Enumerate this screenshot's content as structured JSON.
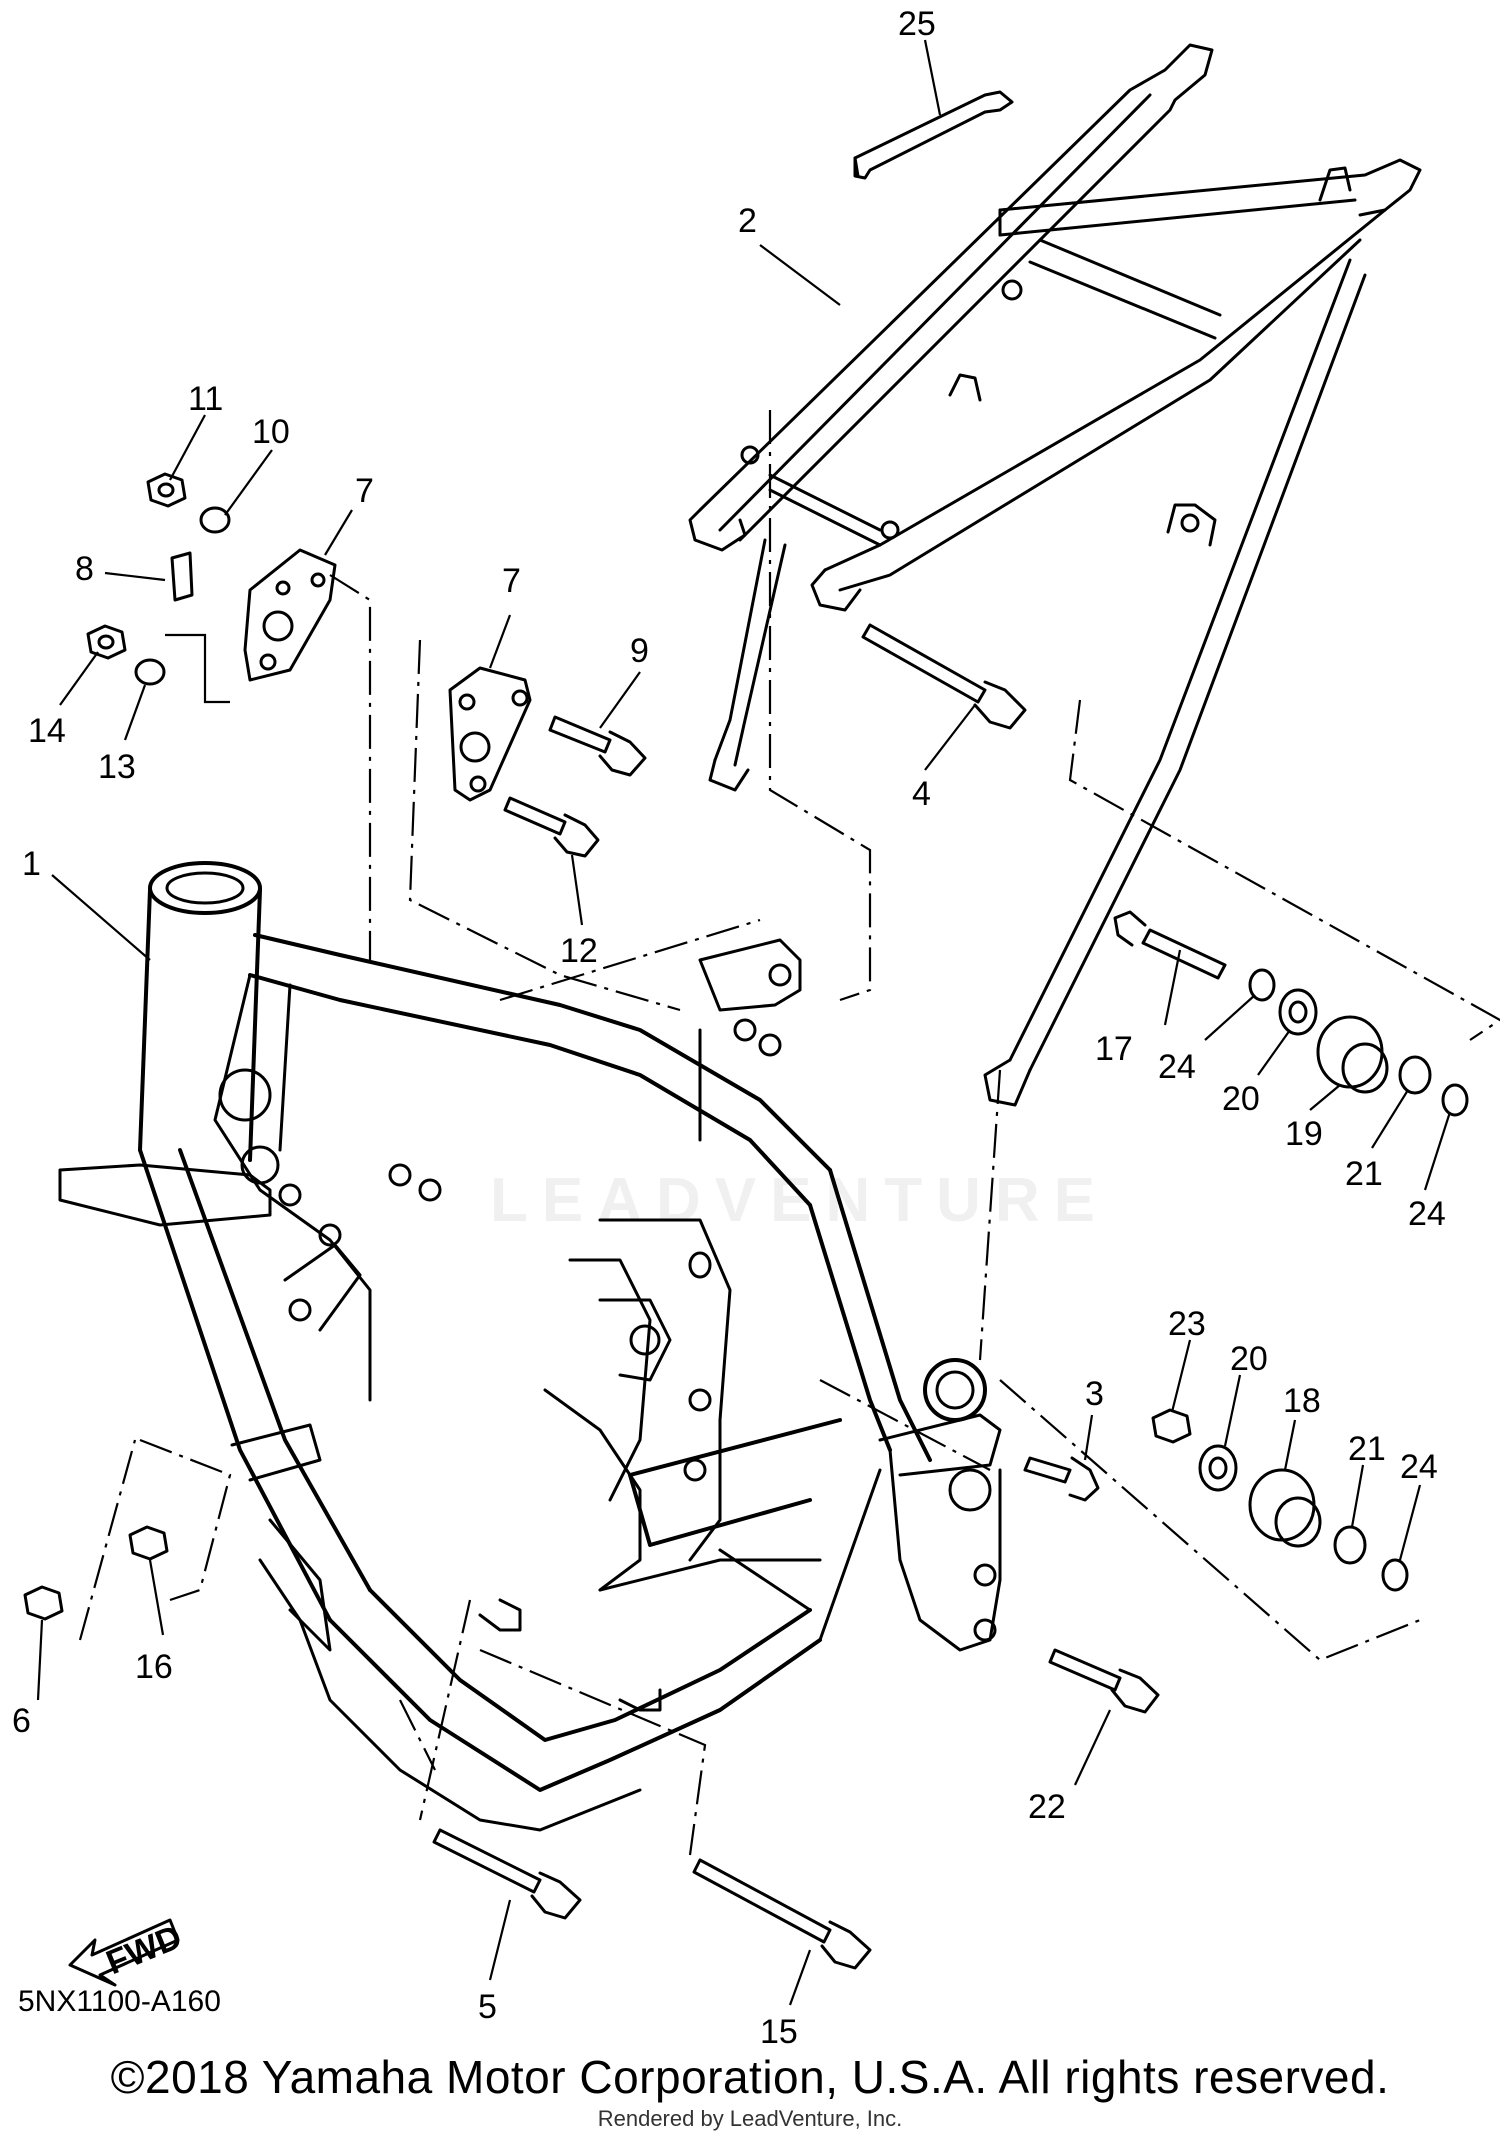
{
  "diagram": {
    "callouts": [
      {
        "id": "25",
        "label": "25"
      },
      {
        "id": "2",
        "label": "2"
      },
      {
        "id": "11",
        "label": "11"
      },
      {
        "id": "10",
        "label": "10"
      },
      {
        "id": "7a",
        "label": "7"
      },
      {
        "id": "8",
        "label": "8"
      },
      {
        "id": "14",
        "label": "14"
      },
      {
        "id": "13",
        "label": "13"
      },
      {
        "id": "7b",
        "label": "7"
      },
      {
        "id": "9",
        "label": "9"
      },
      {
        "id": "4",
        "label": "4"
      },
      {
        "id": "12",
        "label": "12"
      },
      {
        "id": "1",
        "label": "1"
      },
      {
        "id": "17",
        "label": "17"
      },
      {
        "id": "24a",
        "label": "24"
      },
      {
        "id": "20a",
        "label": "20"
      },
      {
        "id": "19",
        "label": "19"
      },
      {
        "id": "21a",
        "label": "21"
      },
      {
        "id": "24b",
        "label": "24"
      },
      {
        "id": "23",
        "label": "23"
      },
      {
        "id": "20b",
        "label": "20"
      },
      {
        "id": "3",
        "label": "3"
      },
      {
        "id": "18",
        "label": "18"
      },
      {
        "id": "21b",
        "label": "21"
      },
      {
        "id": "24c",
        "label": "24"
      },
      {
        "id": "16",
        "label": "16"
      },
      {
        "id": "6",
        "label": "6"
      },
      {
        "id": "22",
        "label": "22"
      },
      {
        "id": "5",
        "label": "5"
      },
      {
        "id": "15",
        "label": "15"
      }
    ],
    "direction_label": "FWD"
  },
  "footer": {
    "diagram_code": "5NX1100-A160",
    "copyright": "©2018 Yamaha Motor Corporation, U.S.A. All rights reserved.",
    "rendered_by": "Rendered by LeadVenture, Inc."
  },
  "watermark": "LEADVENTURE"
}
